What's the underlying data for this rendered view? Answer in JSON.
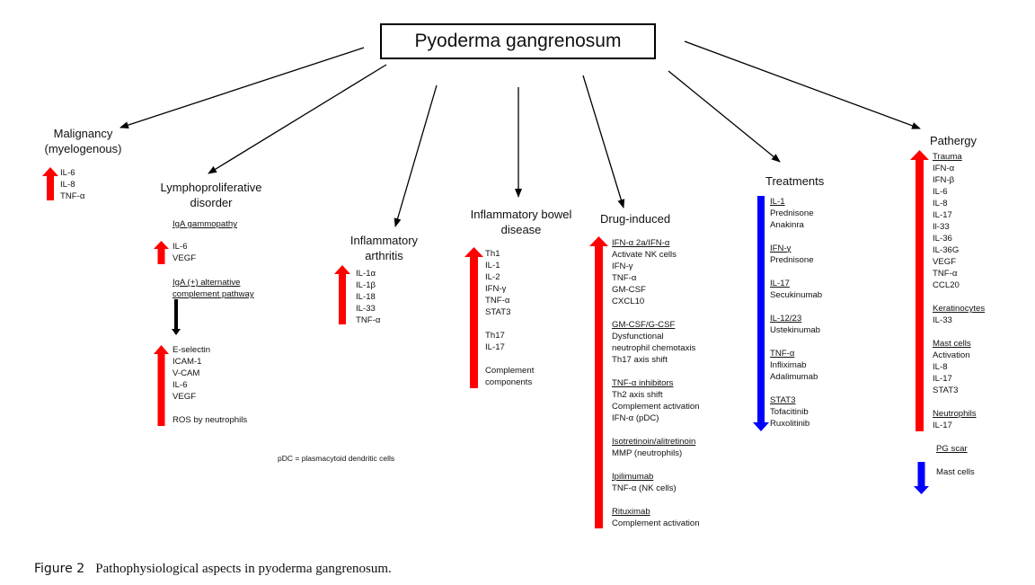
{
  "root": {
    "label": "Pyoderma gangrenosum"
  },
  "colors": {
    "up_arrow": "#ff0000",
    "down_arrow": "#0000ff",
    "black_arrow": "#000000"
  },
  "categories": {
    "malignancy": {
      "title_lines": [
        "Malignancy",
        "(myelogenous)"
      ],
      "groups": [
        {
          "direction": "up",
          "items": [
            "IL-6",
            "IL-8",
            "TNF-α"
          ]
        }
      ]
    },
    "lymphoproliferative": {
      "title_lines": [
        "Lymphoproliferative",
        "disorder"
      ],
      "subheader_1": "IgA gammopathy",
      "group_1": {
        "direction": "up",
        "items": [
          "IL-6",
          "VEGF"
        ]
      },
      "subheader_2_lines": [
        "IgA (+) alternative",
        "complement pathway"
      ],
      "connector": "black-down-arrow",
      "group_2": {
        "direction": "up",
        "items": [
          "E-selectin",
          "ICAM-1",
          "V-CAM",
          "IL-6",
          "VEGF",
          "",
          "ROS by neutrophils"
        ]
      }
    },
    "arthritis": {
      "title_lines": [
        "Inflammatory",
        "arthritis"
      ],
      "groups": [
        {
          "direction": "up",
          "items": [
            "IL-1α",
            "IL-1β",
            "IL-18",
            "IL-33",
            "TNF-α"
          ]
        }
      ]
    },
    "ibd": {
      "title_lines": [
        "Inflammatory bowel",
        "disease"
      ],
      "groups": [
        {
          "direction": "up",
          "items": [
            "Th1",
            "IL-1",
            "IL-2",
            "IFN-γ",
            "TNF-α",
            "STAT3",
            "",
            "Th17",
            "IL-17",
            "",
            "Complement",
            "components"
          ]
        }
      ]
    },
    "drug": {
      "title_lines": [
        "Drug-induced"
      ],
      "direction": "up",
      "sections": [
        {
          "header": "IFN-α 2a/IFN-α",
          "items": [
            "Activate NK cells",
            "IFN-γ",
            "TNF-α",
            "GM-CSF",
            "CXCL10"
          ]
        },
        {
          "header": "GM-CSF/G-CSF",
          "items": [
            "Dysfunctional",
            "neutrophil chemotaxis",
            "Th17 axis shift"
          ]
        },
        {
          "header": "TNF-α inhibitors",
          "items": [
            "Th2 axis shift",
            "Complement activation",
            "IFN-α (pDC)"
          ]
        },
        {
          "header": "Isotretinoin/alitretinoin",
          "items": [
            "MMP (neutrophils)"
          ]
        },
        {
          "header": "Ipilimumab",
          "items": [
            "TNF-α (NK cells)"
          ]
        },
        {
          "header": "Rituximab",
          "items": [
            "Complement activation"
          ]
        }
      ]
    },
    "treatments": {
      "title_lines": [
        "Treatments"
      ],
      "direction": "down",
      "sections": [
        {
          "header": "IL-1",
          "items": [
            "Prednisone",
            "Anakinra"
          ]
        },
        {
          "header": "IFN-γ",
          "items": [
            "Prednisone"
          ]
        },
        {
          "header": "IL-17",
          "items": [
            "Secukinumab"
          ]
        },
        {
          "header": "IL-12/23",
          "items": [
            "Ustekinumab"
          ]
        },
        {
          "header": "TNF-α",
          "items": [
            "Infliximab",
            "Adalimumab"
          ]
        },
        {
          "header": "STAT3",
          "items": [
            "Tofacitinib",
            "Ruxolitinib"
          ]
        }
      ]
    },
    "pathergy": {
      "title_lines": [
        "Pathergy"
      ],
      "direction": "up",
      "sections": [
        {
          "header": "Trauma",
          "items": [
            "IFN-α",
            "IFN-β",
            "IL-6",
            "IL-8",
            "IL-17",
            "Il-33",
            "IL-36",
            "IL-36G",
            "VEGF",
            "TNF-α",
            "CCL20"
          ]
        },
        {
          "header": "Keratinocytes",
          "items": [
            "IL-33"
          ]
        },
        {
          "header": "Mast cells",
          "items": [
            "Activation",
            "IL-8",
            "IL-17",
            "STAT3"
          ]
        },
        {
          "header": "Neutrophils",
          "items": [
            "IL-17"
          ]
        }
      ],
      "scar": {
        "header": "PG scar",
        "direction": "down",
        "items": [
          "Mast cells"
        ]
      }
    }
  },
  "footnote": "pDC = plasmacytoid dendritic cells",
  "caption": {
    "label": "Figure 2",
    "text": "Pathophysiological aspects in pyoderma gangrenosum."
  }
}
